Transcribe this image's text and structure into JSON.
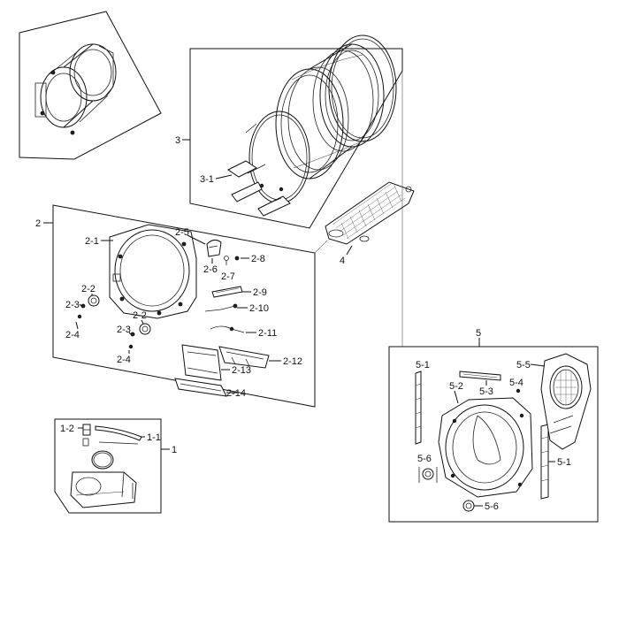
{
  "labels": {
    "p1": "1",
    "p1_1": "1-1",
    "p1_2": "1-2",
    "p2": "2",
    "p2_1": "2-1",
    "p2_2a": "2-2",
    "p2_2b": "2-2",
    "p2_3a": "2-3",
    "p2_3b": "2-3",
    "p2_4a": "2-4",
    "p2_4b": "2-4",
    "p2_5": "2-5",
    "p2_6": "2-6",
    "p2_7": "2-7",
    "p2_8": "2-8",
    "p2_9": "2-9",
    "p2_10": "2-10",
    "p2_11": "2-11",
    "p2_12": "2-12",
    "p2_13": "2-13",
    "p2_14": "2-14",
    "p3": "3",
    "p3_1": "3-1",
    "p4": "4",
    "p5": "5",
    "p5_1a": "5-1",
    "p5_1b": "5-1",
    "p5_2": "5-2",
    "p5_3": "5-3",
    "p5_4": "5-4",
    "p5_5": "5-5",
    "p5_6a": "5-6",
    "p5_6b": "5-6"
  }
}
